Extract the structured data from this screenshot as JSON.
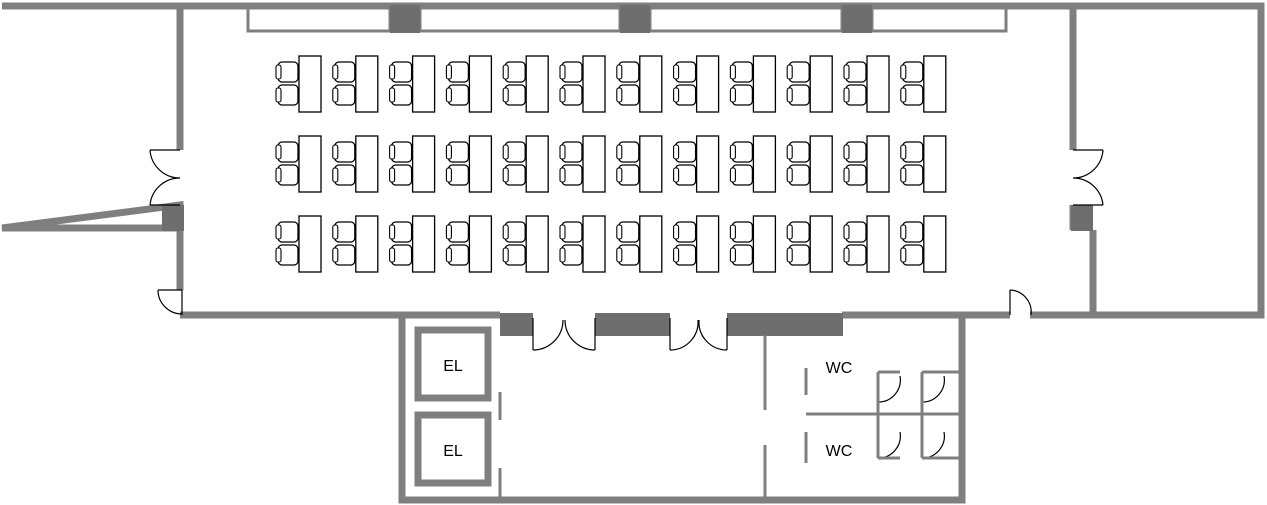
{
  "colors": {
    "wall": "#7f7f7f",
    "pillar": "#6e6e6e",
    "line": "#000000",
    "background": "#ffffff"
  },
  "labels": {
    "elevator_1": "EL",
    "elevator_2": "EL",
    "restroom_1": "WC",
    "restroom_2": "WC"
  },
  "seating": {
    "rows": 3,
    "desks_per_row": 12,
    "chairs_per_desk": 2
  }
}
